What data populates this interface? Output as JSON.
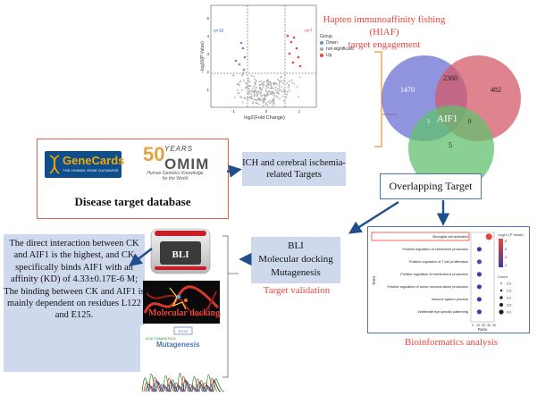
{
  "volcano": {
    "ylabel": "−log10(P Value)",
    "xlabel": "log2(Fold Change)",
    "n_left": "n=16",
    "n_right": "n=7",
    "x_ticks": [
      "-1",
      "0",
      "1"
    ],
    "y_ticks": [
      "1",
      "2",
      "3",
      "4",
      "5"
    ],
    "legend_title": "Group",
    "legend_items": [
      {
        "label": "Down",
        "color": "#6b8fc4"
      },
      {
        "label": "not-significant",
        "color": "#aaaaaa"
      },
      {
        "label": "Up",
        "color": "#e8453c"
      }
    ]
  },
  "haif": {
    "line1": "Hapten immunoaffinity fishing (HIAF)",
    "line2": "target engagement"
  },
  "venn": {
    "a": "1470",
    "ab": "2360",
    "b": "482",
    "center": "AIF1",
    "ac": "1",
    "bc": "0",
    "c": "5",
    "colors": {
      "a": "#6b6fd1",
      "b": "#d45a6a",
      "c": "#62c06e"
    }
  },
  "overlap_label": "Overlapping Target",
  "database": {
    "genecards_name": "GeneCards",
    "genecards_sub": "THE HUMAN GENE DATABASE",
    "omim_50": "50",
    "omim_years": "YEARS",
    "omim_word": "OMIM",
    "omim_tag": "Human Genetics Knowledge for the World",
    "label": "Disease target database"
  },
  "ich_label": "ICH and cerebral ischemia-related Targets",
  "validation": {
    "line1": "BLI",
    "line2": "Molecular docking",
    "line3": "Mutagenesis",
    "caption": "Target validation"
  },
  "bioinformatics": {
    "caption": "Bioinformatics analysis",
    "terms": [
      "Microglial cell activation",
      "Positive regulation of chemokine production",
      "Positive regulation of T cell proliferation",
      "Positive regulation of interleukin-6 production",
      "Positive regulation of tumor necrosis factor production",
      "Immune system process",
      "Vertebrate eye-specific patterning"
    ],
    "xlabel": "Ratio",
    "ylabel": "Term",
    "x_ticks": [
      "0",
      "10",
      "20",
      "30",
      "40"
    ],
    "legend_title1": "-log10 (P Value)",
    "color_ticks": [
      "8",
      "6",
      "4",
      "2"
    ],
    "legend_title2": "Count",
    "count_ticks": [
      "2.0",
      "2.5",
      "3.0",
      "3.5",
      "4.0"
    ]
  },
  "images": {
    "bli_device": "BLI",
    "docking": "Molecular docking",
    "mutagenesis": "Mutagenesis",
    "mut_tag": "K122"
  },
  "conclusion": "The direct interaction between CK and AIF1 is the highest, and CK specifically binds AIF1 with an affinity (KD) of 4.33±0.17E-6 M; The binding between CK and AIF1 is mainly dependent on residues L122 and E125."
}
